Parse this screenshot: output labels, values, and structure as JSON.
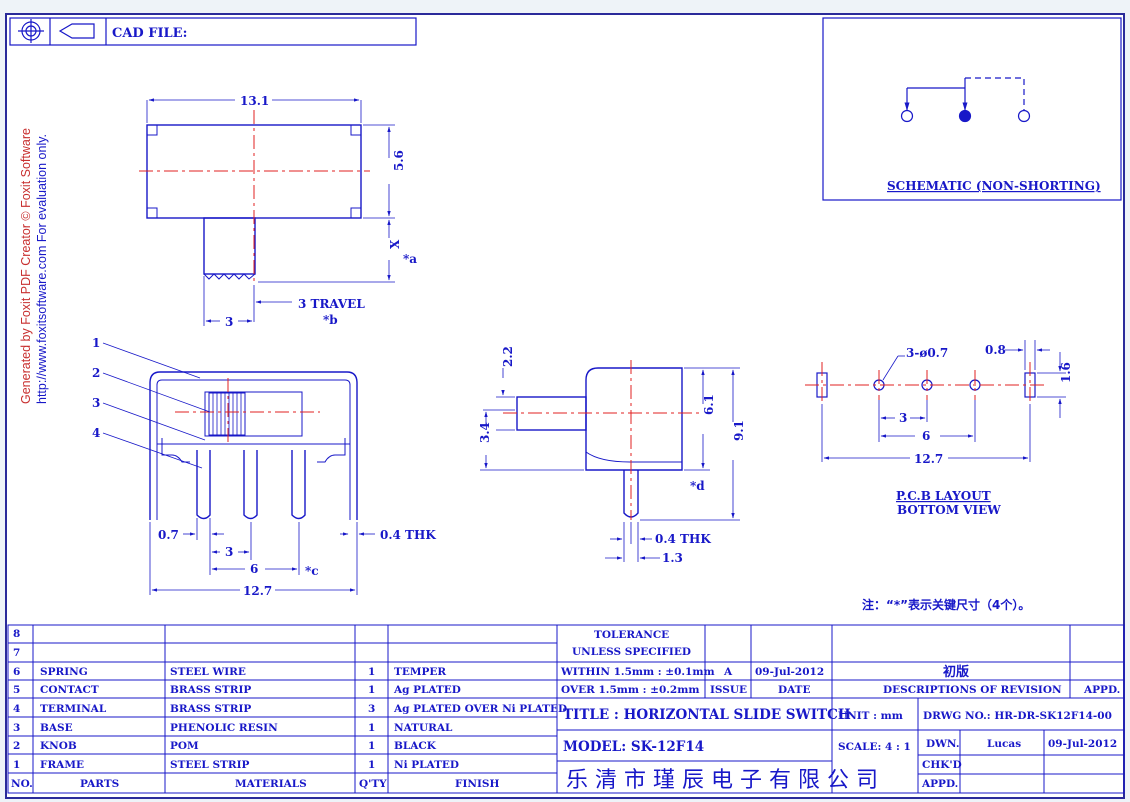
{
  "colors": {
    "line": "#1818c8",
    "center_line": "#e02020",
    "watermark": "#c83030",
    "frame": "#2a2a9a"
  },
  "header": {
    "cad_file_label": "CAD FILE:"
  },
  "watermark": {
    "line1": "Generated by Foxit PDF Creator © Foxit Software",
    "line2": "http://www.foxitsoftware.com   For evaluation only."
  },
  "schematic": {
    "title": "SCHEMATIC (NON-SHORTING)"
  },
  "top_view": {
    "length": "13.1",
    "height": "5.6",
    "x_label": "X",
    "x_note": "*a",
    "travel": "3 TRAVEL",
    "travel_note": "*b",
    "knob_width": "3"
  },
  "front_view": {
    "callouts": [
      "1",
      "2",
      "3",
      "4"
    ],
    "pin_width": "0.7",
    "thickness": "0.4 THK",
    "pitch": "3",
    "span": "6",
    "span_note": "*c",
    "overall": "12.7"
  },
  "side_view": {
    "knob_height": "2.2",
    "knob_offset": "3.4",
    "body_height": "6.1",
    "overall_height": "9.1",
    "pin_note": "*d",
    "thickness": "0.4 THK",
    "pin_length": "1.3"
  },
  "pcb": {
    "hole": "3-ø0.7",
    "pad_w": "0.8",
    "pad_h": "1.6",
    "pitch": "3",
    "span": "6",
    "overall": "12.7",
    "title": "P.C.B LAYOUT",
    "subtitle": "BOTTOM VIEW"
  },
  "note": "注：“*”表示关键尺寸（4个）。",
  "bom": {
    "headers": {
      "no": "NO.",
      "parts": "PARTS",
      "materials": "MATERIALS",
      "qty": "Q'TY",
      "finish": "FINISH"
    },
    "rows": [
      {
        "no": "8",
        "part": "",
        "material": "",
        "qty": "",
        "finish": ""
      },
      {
        "no": "7",
        "part": "",
        "material": "",
        "qty": "",
        "finish": ""
      },
      {
        "no": "6",
        "part": "SPRING",
        "material": "STEEL WIRE",
        "qty": "1",
        "finish": "TEMPER"
      },
      {
        "no": "5",
        "part": "CONTACT",
        "material": "BRASS STRIP",
        "qty": "1",
        "finish": "Ag PLATED"
      },
      {
        "no": "4",
        "part": "TERMINAL",
        "material": "BRASS STRIP",
        "qty": "3",
        "finish": "Ag PLATED OVER Ni PLATED"
      },
      {
        "no": "3",
        "part": "BASE",
        "material": "PHENOLIC RESIN",
        "qty": "1",
        "finish": "NATURAL"
      },
      {
        "no": "2",
        "part": "KNOB",
        "material": "POM",
        "qty": "1",
        "finish": "BLACK"
      },
      {
        "no": "1",
        "part": "FRAME",
        "material": "STEEL STRIP",
        "qty": "1",
        "finish": "Ni PLATED"
      }
    ]
  },
  "tolerance": {
    "title": "TOLERANCE",
    "subtitle": "UNLESS SPECIFIED",
    "within": "WITHIN 1.5mm : ±0.1mm",
    "over": "OVER  1.5mm : ±0.2mm"
  },
  "revision": {
    "issue": "A",
    "date": "09-Jul-2012",
    "description": "初版",
    "issue_label": "ISSUE",
    "date_label": "DATE",
    "desc_label": "DESCRIPTIONS OF REVISION",
    "appd_label": "APPD."
  },
  "title_block": {
    "title": "TITLE :  HORIZONTAL SLIDE SWITCH",
    "unit": "UNIT :  mm",
    "drwg": "DRWG NO.:  HR-DR-SK12F14-00",
    "model": "MODEL:  SK-12F14",
    "scale": "SCALE: 4 : 1",
    "dwn_label": "DWN.",
    "dwn": "Lucas",
    "dwn_date": "09-Jul-2012",
    "chkd_label": "CHK'D",
    "appd_label": "APPD.",
    "company": "乐清市瑾辰电子有限公司"
  }
}
